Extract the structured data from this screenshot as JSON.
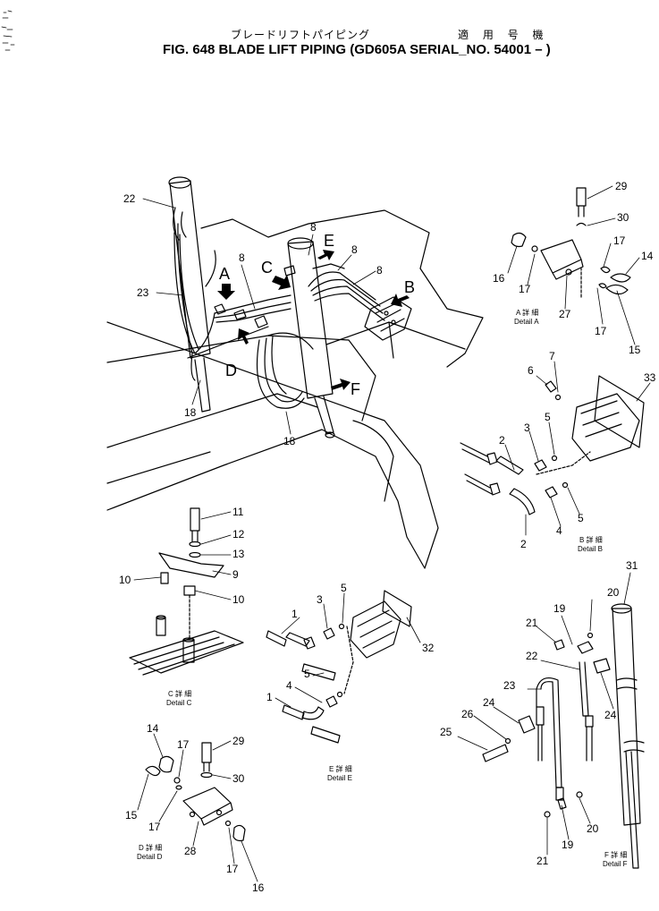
{
  "header": {
    "title_jp": "ブレードリフトパイピング",
    "applicable_jp": "適 用 号 機",
    "title_en": "FIG. 648  BLADE LIFT PIPING (GD605A SERIAL_NO. 54001 – )"
  },
  "callouts": {
    "n8a": "8",
    "n8b": "8",
    "n8c": "8",
    "n8d": "8",
    "n18a": "18",
    "n18b": "18",
    "n22": "22",
    "n23": "23",
    "n29a": "29",
    "n30a": "30",
    "n16a": "16",
    "n17a": "17",
    "n17b": "17",
    "n17c": "17",
    "n14a": "14",
    "n15a": "15",
    "n27": "27",
    "n7": "7",
    "n6": "6",
    "n33": "33",
    "n5a": "5",
    "n3a": "3",
    "n2a": "2",
    "n2b": "2",
    "n4a": "4",
    "n5b": "5",
    "n11": "11",
    "n12": "12",
    "n13": "13",
    "n9": "9",
    "n10a": "10",
    "n10b": "10",
    "n1a": "1",
    "n3b": "3",
    "n5c": "5",
    "n32": "32",
    "n5d": "5",
    "n4b": "4",
    "n1b": "1",
    "n31": "31",
    "n20a": "20",
    "n21a": "21",
    "n19a": "19",
    "n22b": "22",
    "n23b": "23",
    "n24a": "24",
    "n24b": "24",
    "n26": "26",
    "n25": "25",
    "n20b": "20",
    "n21b": "21",
    "n19b": "19",
    "n14b": "14",
    "n17d": "17",
    "n29b": "29",
    "n30b": "30",
    "n15b": "15",
    "n17e": "17",
    "n28": "28",
    "n17f": "17",
    "n16b": "16"
  },
  "views": {
    "A": "A",
    "B": "B",
    "C": "C",
    "D": "D",
    "E": "E",
    "F": "F"
  },
  "details": {
    "a_jp": "A 詳 細",
    "a_en": "Detail A",
    "b_jp": "B 詳 細",
    "b_en": "Detail B",
    "c_jp": "C 詳 細",
    "c_en": "Detail C",
    "d_jp": "D 詳 細",
    "d_en": "Detail D",
    "e_jp": "E 詳 細",
    "e_en": "Detail E",
    "f_jp": "F 詳 細",
    "f_en": "Detail F"
  }
}
